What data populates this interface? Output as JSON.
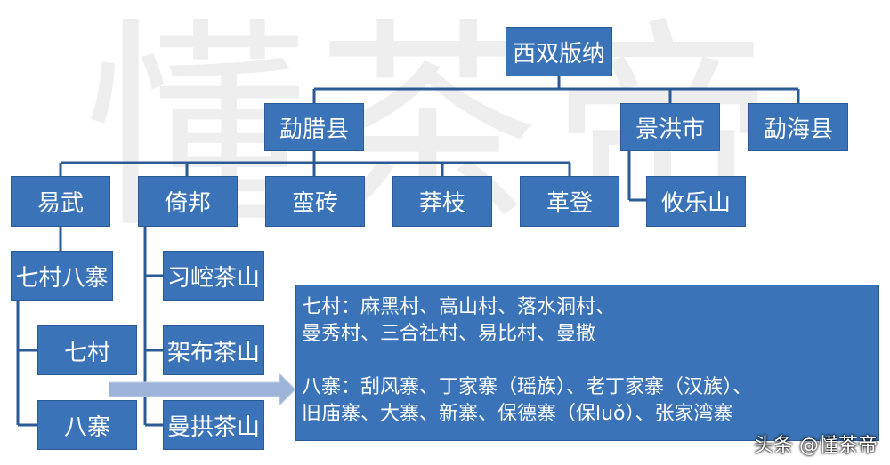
{
  "watermark": [
    "懂",
    "茶",
    "帝"
  ],
  "tree": {
    "root": "西双版纳",
    "county1": "勐腊县",
    "city": "景洪市",
    "county2": "勐海县",
    "youleshan": "攸乐山",
    "mountains": [
      "易武",
      "倚邦",
      "蛮砖",
      "莽枝",
      "革登"
    ],
    "yiwu_child": "七村八寨",
    "qicun": "七村",
    "bazhai": "八寨",
    "yibang_children": [
      "习崆茶山",
      "架布茶山",
      "曼拱茶山"
    ]
  },
  "info": {
    "line1": "七村：麻黑村、高山村、落水洞村、",
    "line2": "曼秀村、三合社村、易比村、曼撒",
    "line3": "八寨：刮风寨、丁家寨（瑶族）、老丁家寨（汉族）、",
    "line4": "旧庙寨、大寨、新寨、保德寨（保luǒ）、张家湾寨"
  },
  "credit": "头条 @懂茶帝",
  "colors": {
    "box": "#3a73b7",
    "line": "#2b5a94",
    "arrow": "#9db4d8"
  }
}
